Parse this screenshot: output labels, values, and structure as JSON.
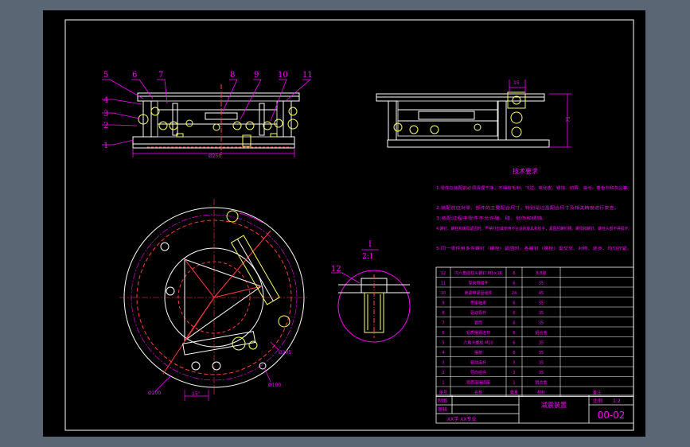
{
  "background_color": "#5b6675",
  "sheet_color": "#000000",
  "colors": {
    "frame": "#ffffff",
    "outline": "#ffffff",
    "hidden": "#ff3b3b",
    "dimension": "#ff00ff",
    "accent": "#ffff66",
    "notes": "#ff00ff",
    "center": "#ff4040",
    "weld": "#ffa0a0"
  },
  "balloons": [
    "1",
    "2",
    "3",
    "4",
    "5",
    "6",
    "7",
    "8",
    "9",
    "10",
    "11",
    "12"
  ],
  "front_view": {
    "width_dim": "Ø250"
  },
  "side_view": {
    "top_dim": "15",
    "height_dim": "75"
  },
  "plan_view": {
    "angle_dim": "15°",
    "dia_dims": [
      "Ø200",
      "Ø100",
      "Ø205"
    ]
  },
  "detail": {
    "label": "I",
    "scale": "2:1"
  },
  "notes": {
    "title": "技术要求",
    "items": [
      "1.零件在装配前必须清理干净，不得有毛刺、飞边、氧化皮、锈蚀、切屑、油污、着色剂和灰尘等。",
      "2.装配前应对零、部件的主要配合尺寸，特别是过盈配合尺寸及相关精度进行复查。",
      "3.装配过程中零件不允许磕、碰、划伤和锈蚀。",
      "4.螺钉、螺栓和螺母紧固时，严禁打击或使用不合适的旋具和扳手，紧固后螺钉槽、螺母和螺钉、螺栓头部不得损坏。",
      "5.同一零件用多件螺钉（螺栓）紧固时，各螺钉（螺栓）需交叉、对称、逐步、均匀拧紧。"
    ]
  },
  "bom": {
    "rows": [
      [
        "12",
        "内六角圆柱头螺钉 M5×16",
        "6",
        "8.8级",
        ""
      ],
      [
        "11",
        "导向销组件",
        "6",
        "35",
        ""
      ],
      [
        "10",
        "锁紧带紧固组件",
        "24",
        "45",
        ""
      ],
      [
        "9",
        "带座轴承",
        "6",
        "35",
        ""
      ],
      [
        "8",
        "驱动导杆",
        "6",
        "35",
        ""
      ],
      [
        "7",
        "套筒",
        "6",
        "35",
        ""
      ],
      [
        "6",
        "铝质摆臂连杆",
        "6",
        "铝合金",
        ""
      ],
      [
        "5",
        "六角头螺栓 M10",
        "6",
        "35",
        ""
      ],
      [
        "4",
        "摆架",
        "6",
        "35",
        ""
      ],
      [
        "3",
        "驱动连杆",
        "3",
        "35",
        ""
      ],
      [
        "2",
        "导向组件",
        "3",
        "35",
        ""
      ],
      [
        "1",
        "铝质连接底座",
        "1",
        "铝合金",
        ""
      ]
    ],
    "header": [
      "序号",
      "名称",
      "数量",
      "材料",
      "备注"
    ]
  },
  "title_block": {
    "design_label": "制图",
    "check_label": "审核",
    "school": "XX学  XX专业",
    "name": "减震装置",
    "scale_label": "比例",
    "scale": "1:2",
    "drawing_no": "00-02"
  }
}
